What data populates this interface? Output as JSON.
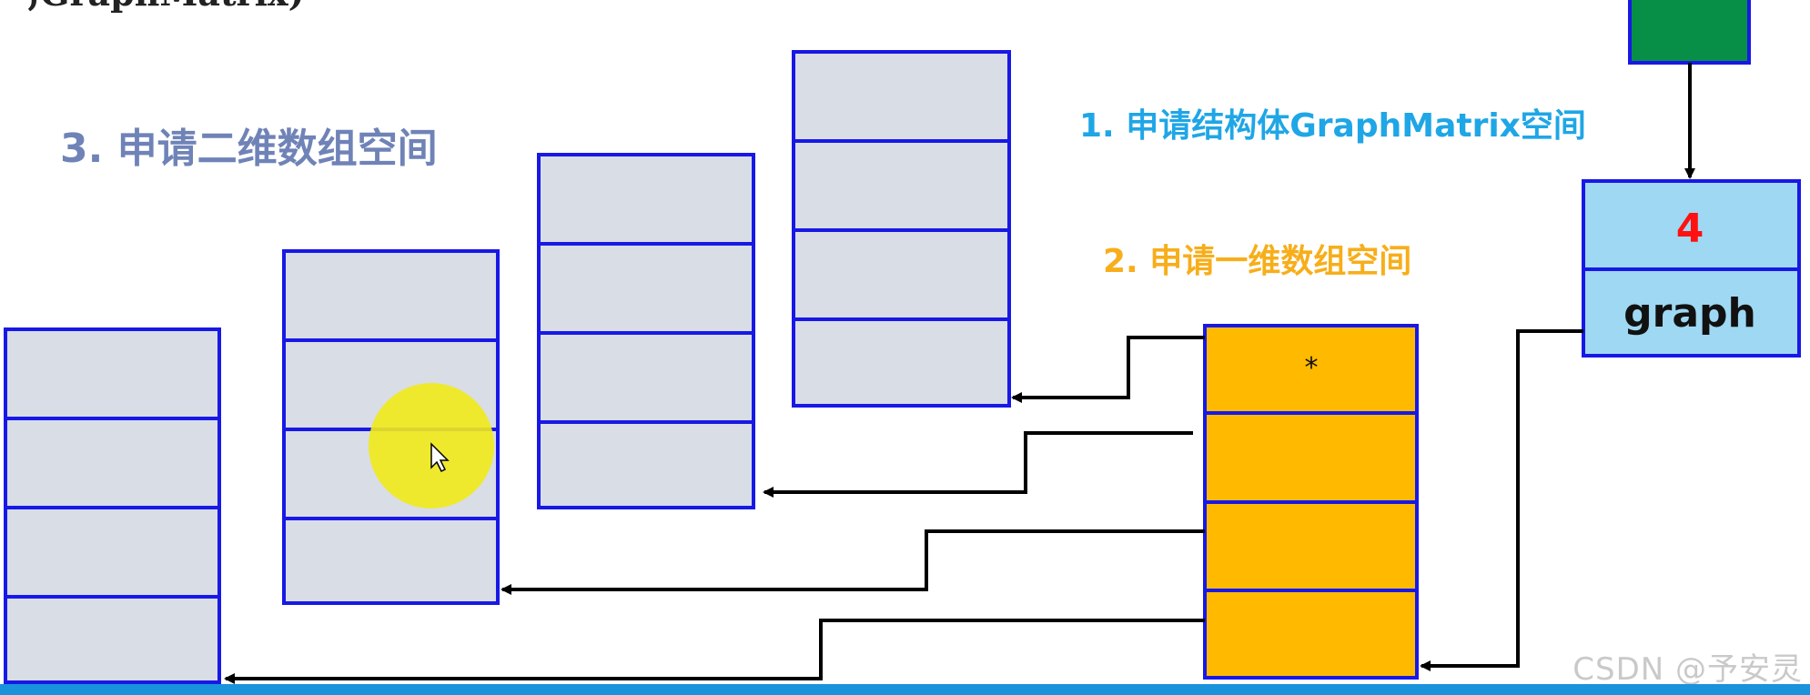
{
  "top_left_partial_text": ";GraphMatrix)",
  "labels": {
    "step1": "1. 申请结构体GraphMatrix空间",
    "step2": "2. 申请一维数组空间",
    "step3": "3. 申请二维数组空间"
  },
  "struct": {
    "size_value": "4",
    "graph_field": "graph"
  },
  "row_array": {
    "first_cell": "*"
  },
  "watermark": "CSDN @予安灵",
  "colors": {
    "step1": "#1fa6e6",
    "step2": "#f7ae1a",
    "step3": "#6f83b7",
    "cell_fill": "#d8dde6",
    "cell_border": "#1818e6",
    "row_fill": "#ffba00",
    "struct_fill": "#9fd8f2",
    "pointer_fill": "#078f48",
    "size_value": "#ff1111",
    "bottom_bar": "#1a93dd",
    "cursor_highlight": "#f2ea1a"
  }
}
